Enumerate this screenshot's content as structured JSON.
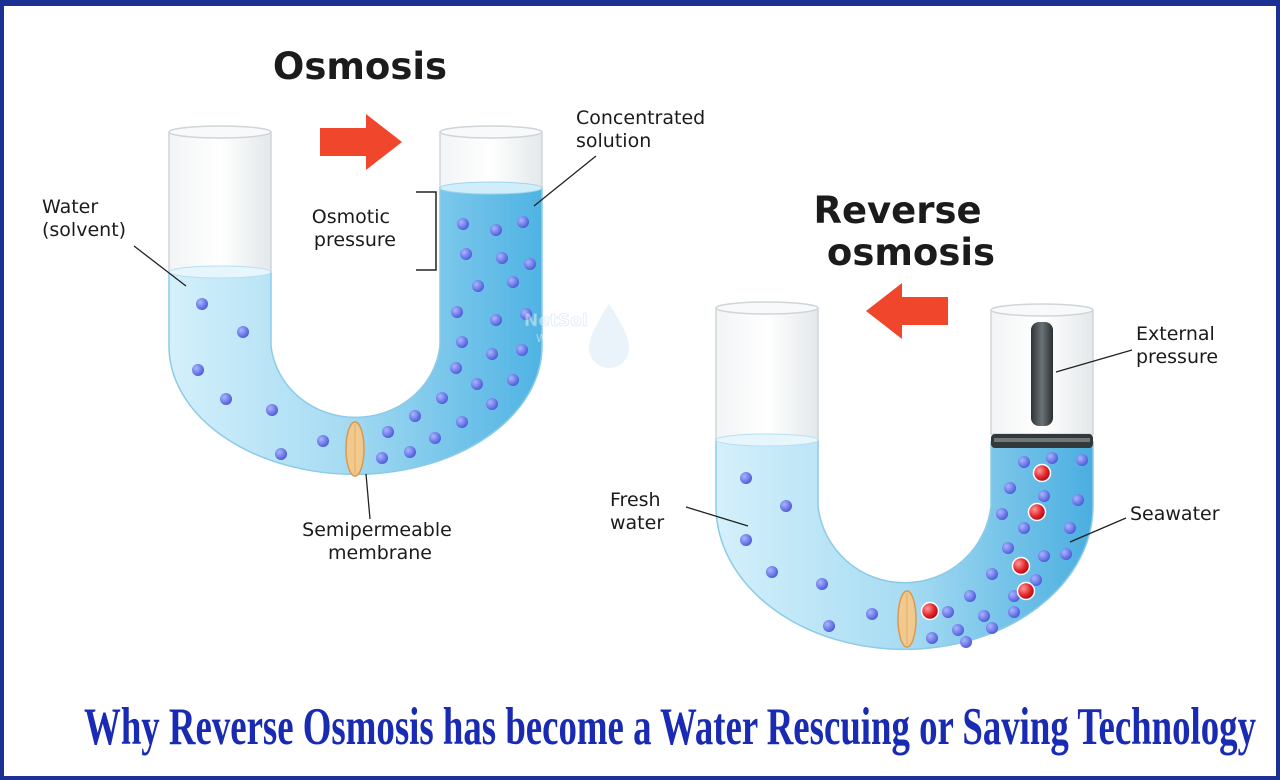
{
  "osmosis": {
    "title": "Osmosis",
    "label_concentrated": [
      "Concentrated",
      "solution"
    ],
    "label_water": [
      "Water",
      "(solvent)"
    ],
    "label_osmotic": [
      "Osmotic",
      "pressure"
    ],
    "label_membrane": [
      "Semipermeable",
      "membrane"
    ]
  },
  "reverse": {
    "title": [
      "Reverse",
      "osmosis"
    ],
    "label_external": [
      "External",
      "pressure"
    ],
    "label_fresh": [
      "Fresh",
      "water"
    ],
    "label_seawater": "Seawater"
  },
  "watermark": [
    "NetSol",
    "Water"
  ],
  "caption": "Why Reverse Osmosis has become a Water Rescuing or Saving Technology",
  "colors": {
    "border": "#1c2f93",
    "caption": "#1a2bb3",
    "water_light": "#c9ebf8",
    "water_dark": "#4fb3e3",
    "arrow": "#f0462c",
    "dot_blue": "#5f6fe6",
    "dot_red": "#e3232b",
    "membrane": "#f2c98d"
  }
}
